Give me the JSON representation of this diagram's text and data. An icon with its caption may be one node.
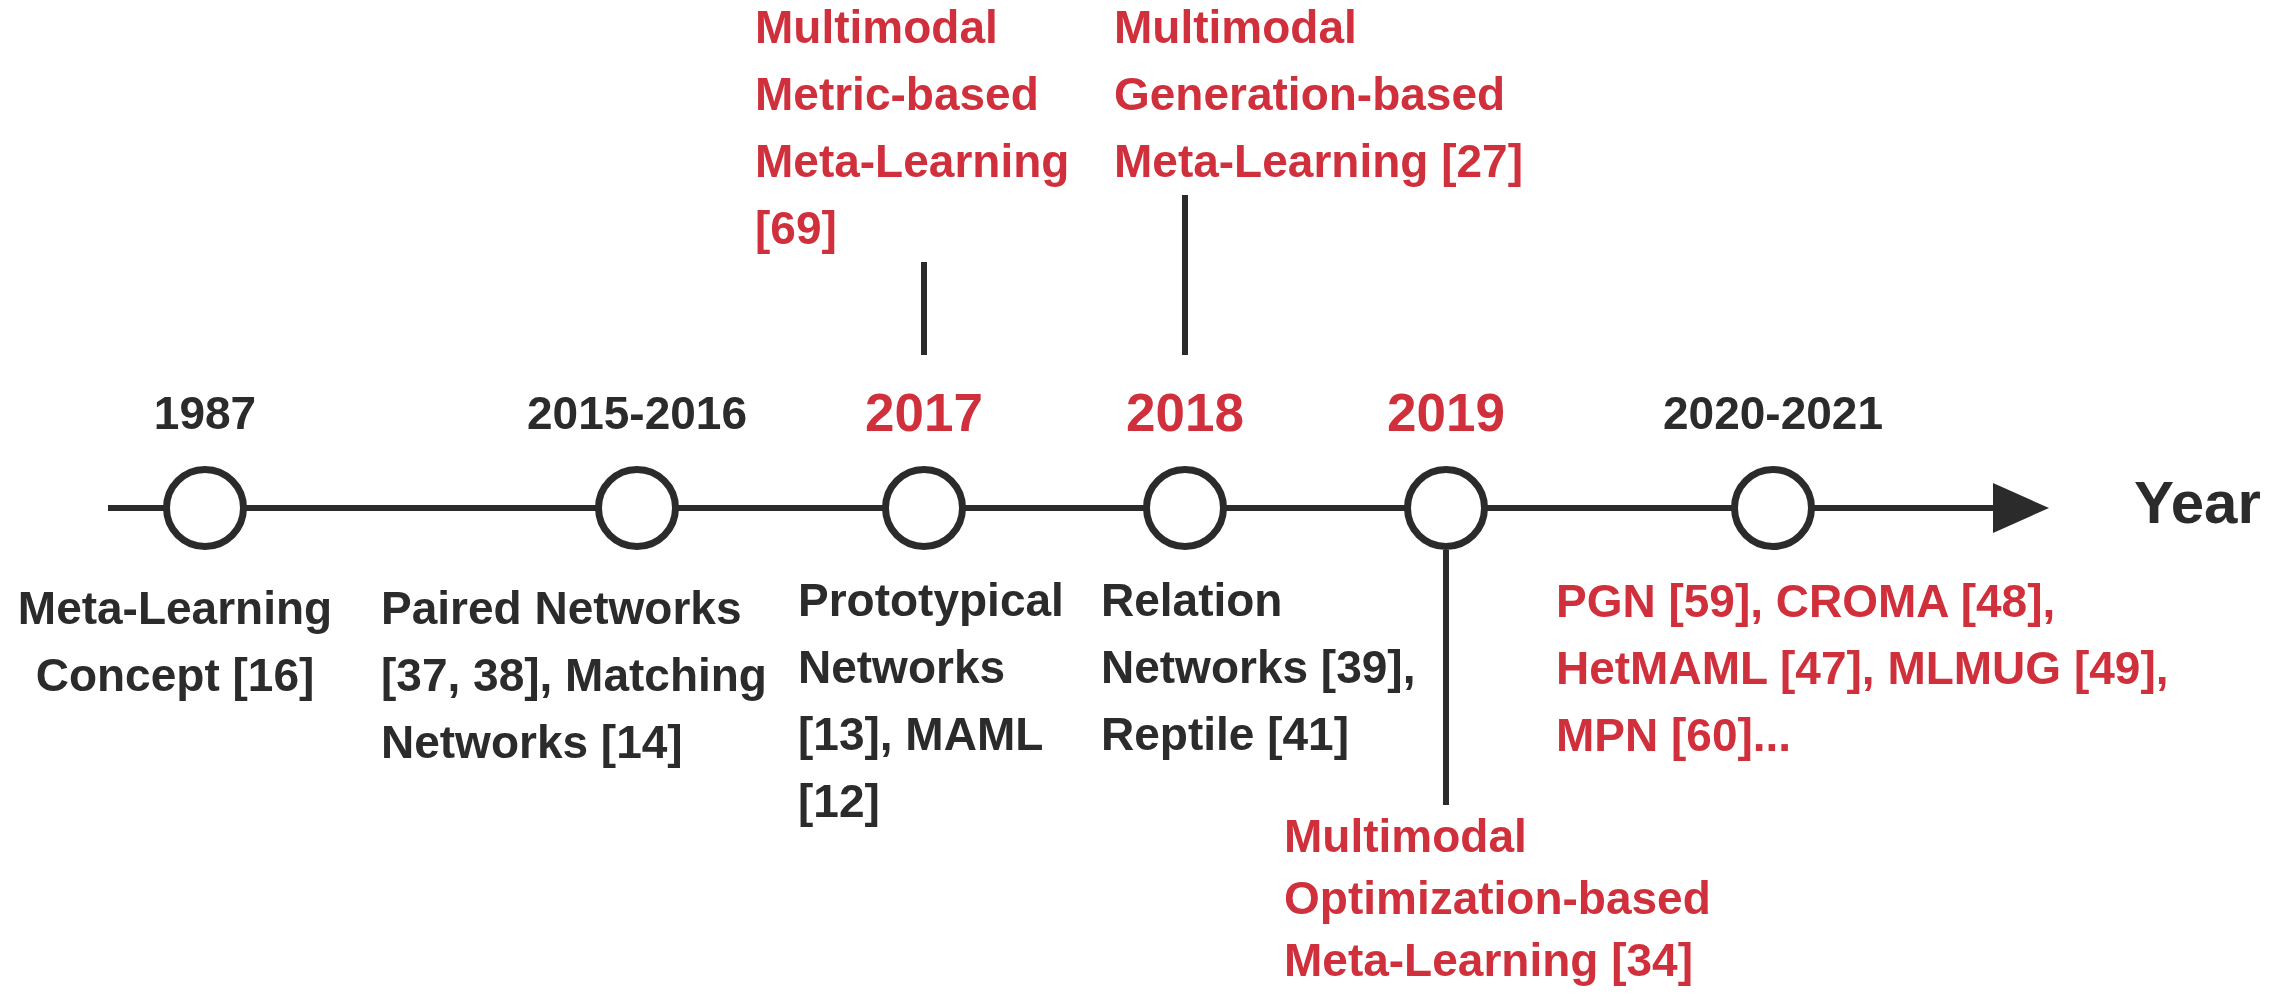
{
  "diagram": {
    "nodes": [
      {
        "text": [
          "1987"
        ],
        "beside": [
          "Meta-Learning Concept [16]"
        ]
      },
      {
        "text": [
          "2015-2016"
        ],
        "beside": [
          "Paired Networks [37, 38], Matching Networks [14]"
        ]
      },
      {
        "text": [
          "2017"
        ],
        "beside": [
          "Prototypical Networks [13], MAML [12]"
        ]
      },
      {
        "text": [
          "2018"
        ],
        "beside": [
          "Relation Networks [39], Reptile [41]"
        ]
      },
      {
        "text": [
          "2019"
        ]
      },
      {
        "text": [
          "2020-2021"
        ],
        "beside": [
          "PGN [59], CROMA [48], HetMAML [47], MLMUG [49], MPN [60]..."
        ]
      },
      {
        "text": [
          "Multimodal Metric-based Meta-Learning [69]"
        ]
      },
      {
        "text": [
          "Multimodal Generation-based Meta-Learning [27]"
        ]
      },
      {
        "text": [
          "Multimodal Optimization-based Meta-Learning [34]"
        ]
      }
    ],
    "edges": [
      {
        "from": 6,
        "to": 2,
        "arrow": "none"
      },
      {
        "from": 7,
        "to": 3,
        "arrow": "none"
      },
      {
        "from": 4,
        "to": 8,
        "arrow": "none"
      }
    ],
    "labels": [
      "Year"
    ]
  }
}
